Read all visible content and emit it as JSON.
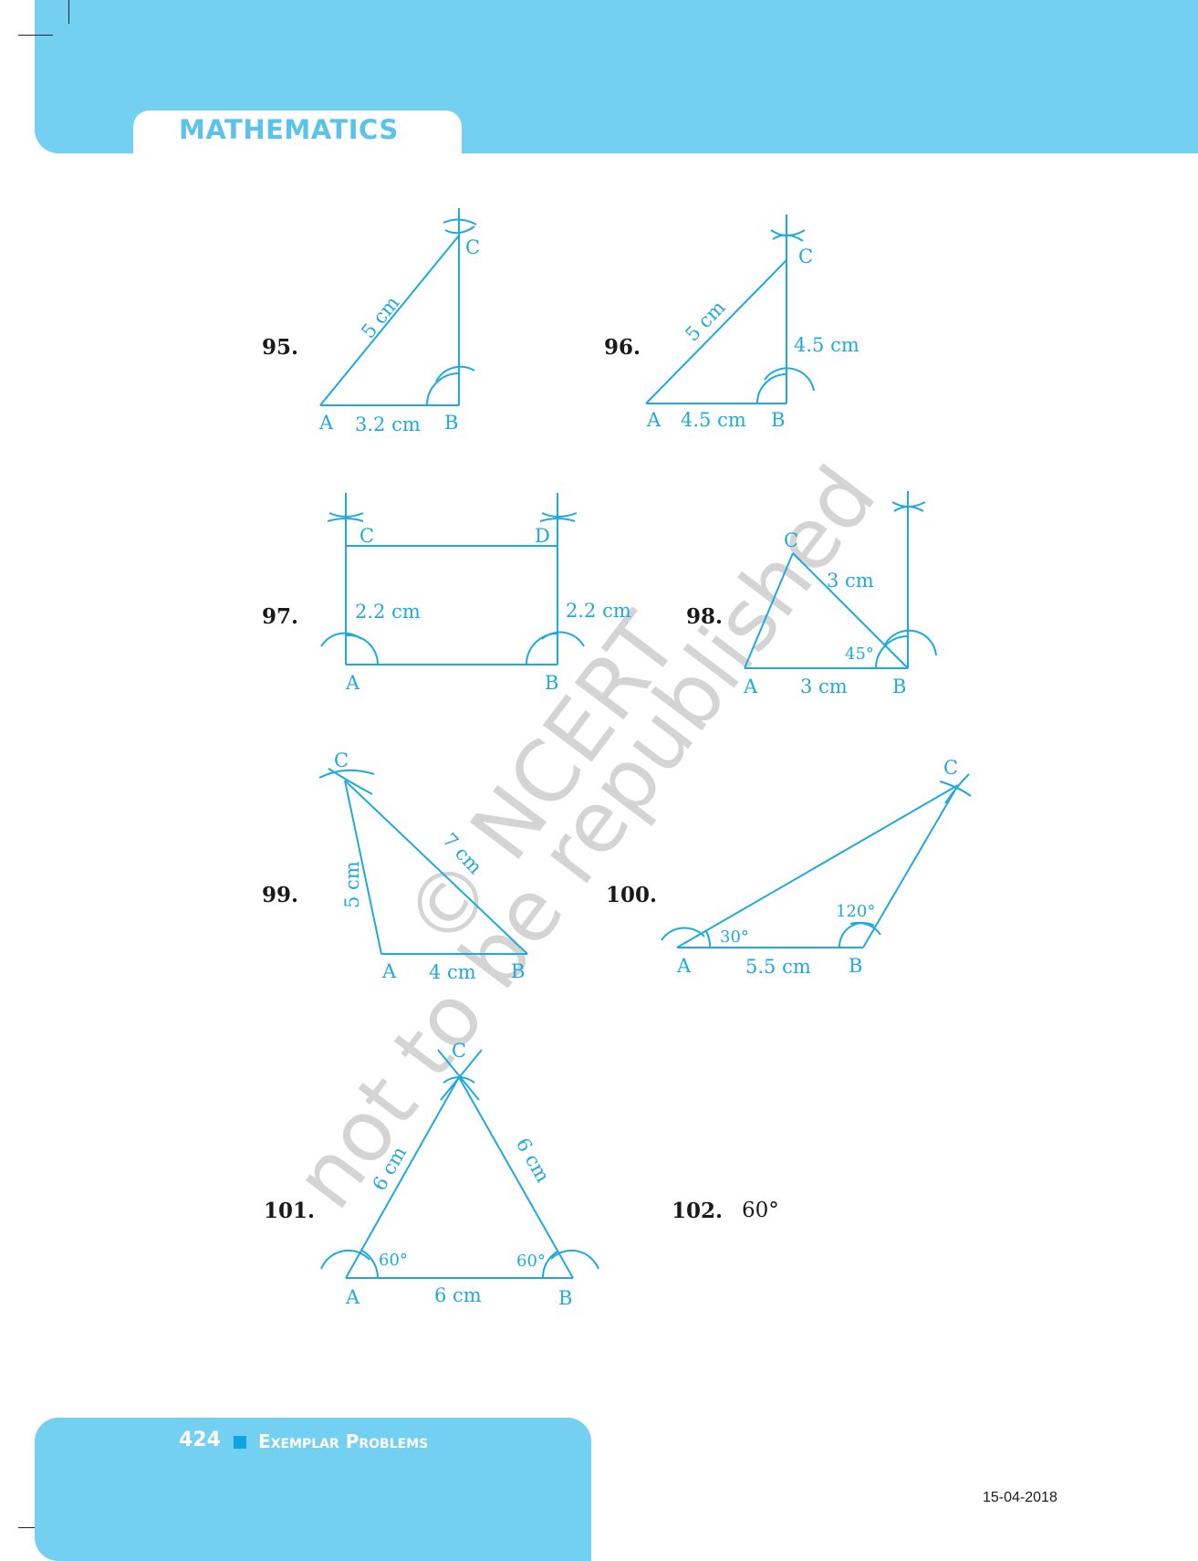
{
  "header": {
    "subject": "MATHEMATICS"
  },
  "footer": {
    "page_number": "424",
    "book_title": "Exemplar Problems",
    "date": "15-04-2018"
  },
  "watermark": {
    "line1": "© NCERT",
    "line2": "not to be republished"
  },
  "colors": {
    "band": "#74d0f1",
    "figure": "#1fa9dc",
    "square": "#0da5df"
  },
  "questions": {
    "q95": {
      "number": "95.",
      "labels": {
        "a": "A",
        "b": "B",
        "c": "C",
        "ab": "3.2 cm",
        "ac": "5 cm"
      }
    },
    "q96": {
      "number": "96.",
      "labels": {
        "a": "A",
        "b": "B",
        "c": "C",
        "ab": "4.5 cm",
        "bc": "4.5 cm",
        "ac": "5 cm"
      }
    },
    "q97": {
      "number": "97.",
      "labels": {
        "a": "A",
        "b": "B",
        "c": "C",
        "d": "D",
        "ac": "2.2 cm",
        "bd": "2.2 cm"
      }
    },
    "q98": {
      "number": "98.",
      "labels": {
        "a": "A",
        "b": "B",
        "c": "C",
        "ab": "3 cm",
        "bc": "3 cm",
        "angle_b": "45°"
      }
    },
    "q99": {
      "number": "99.",
      "labels": {
        "a": "A",
        "b": "B",
        "c": "C",
        "ab": "4 cm",
        "ac": "5 cm",
        "bc": "7 cm"
      }
    },
    "q100": {
      "number": "100.",
      "labels": {
        "a": "A",
        "b": "B",
        "c": "C",
        "ab": "5.5 cm",
        "angle_a": "30°",
        "angle_b": "120°"
      }
    },
    "q101": {
      "number": "101.",
      "labels": {
        "a": "A",
        "b": "B",
        "c": "C",
        "ab": "6 cm",
        "ac": "6 cm",
        "bc": "6 cm",
        "angle_a": "60°",
        "angle_b": "60°"
      }
    },
    "q102": {
      "number": "102.",
      "answer": "60°"
    }
  }
}
